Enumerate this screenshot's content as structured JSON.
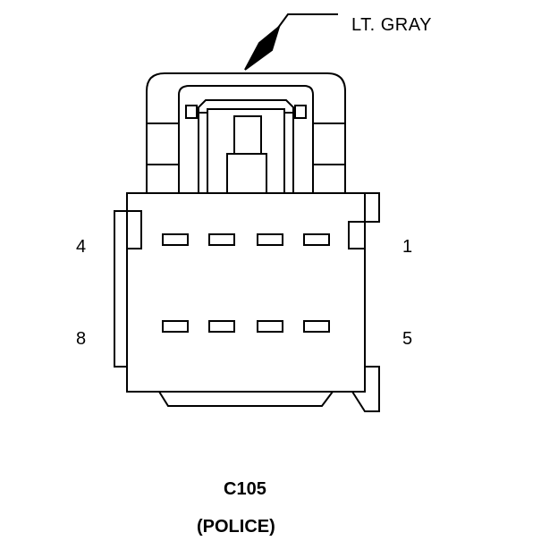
{
  "wire_color_label": "LT. GRAY",
  "connector": {
    "id": "C105",
    "note": "(POLICE)"
  },
  "pin_labels": {
    "top_left": "4",
    "top_right": "1",
    "bottom_left": "8",
    "bottom_right": "5"
  },
  "pin_count": 8
}
